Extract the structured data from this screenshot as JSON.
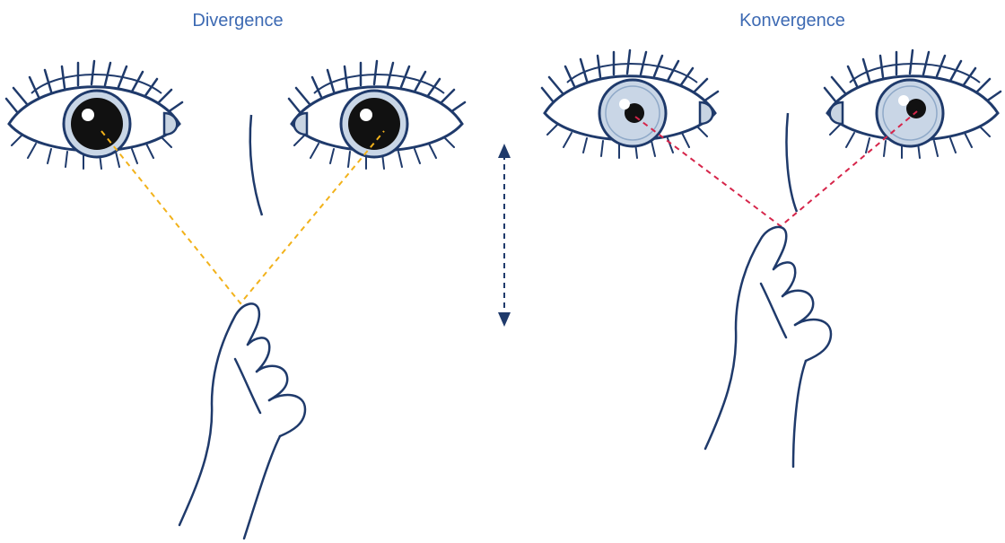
{
  "panels": [
    {
      "title": "Divergence",
      "state": "dilated pupils, eyes looking at distant point",
      "sight_line_color": "#f2b21b"
    },
    {
      "title": "Konvergence",
      "state": "constricted pupils, eyes converging on near finger",
      "sight_line_color": "#d6254a"
    }
  ],
  "colors": {
    "outline": "#1f3a6b",
    "iris": "#c9d6e6",
    "iris_ring": "#8fa9c8",
    "pupil": "#111111",
    "tear_duct": "#c8d4e2",
    "arrow": "#1f3a6b",
    "title_text": "#3d6ab3"
  },
  "icons": [
    "eye-icon",
    "hand-pointing-icon",
    "nose-line-icon",
    "double-arrow-icon"
  ]
}
